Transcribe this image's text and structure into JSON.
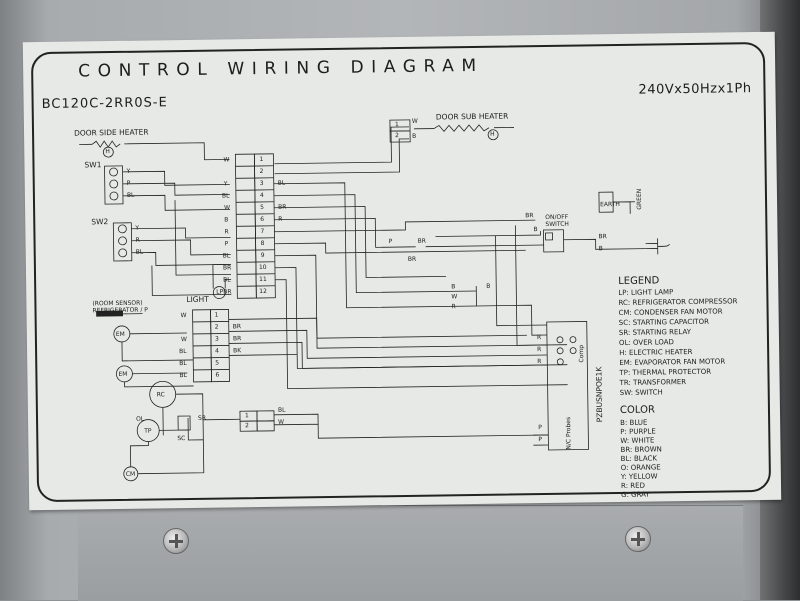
{
  "title": "CONTROL WIRING DIAGRAM",
  "model": "BC120C-2RR0S-E",
  "power": "240Vx50Hzx1Ph",
  "components": {
    "door_side_heater": "DOOR SIDE HEATER",
    "door_sub_heater": "DOOR SUB HEATER",
    "sw1": "SW1",
    "sw2": "SW2",
    "light": "LIGHT",
    "light_lp": "LP",
    "room_sensor": "(ROOM SENSOR)",
    "refrigerator": "REFRIGERATOR / P",
    "em": "EM",
    "cm": "CM",
    "rc": "RC",
    "ol": "OL",
    "tp": "TP",
    "sc": "SC",
    "sr": "SR",
    "earth": "EARTH",
    "green": "GREEN",
    "onoff": "ON/OFF",
    "switch": "SWITCH",
    "comp": "Comp",
    "nc_probes": "N/C Probes",
    "controller": "PZBUSNPOE1K",
    "h": "H"
  },
  "terminal_blocks": {
    "main": [
      "1",
      "2",
      "3",
      "4",
      "5",
      "6",
      "7",
      "8",
      "9",
      "10",
      "11",
      "12"
    ],
    "sensor": [
      "1",
      "2",
      "3",
      "4",
      "5",
      "6"
    ],
    "sub": [
      "1",
      "2"
    ]
  },
  "wire_colors": {
    "w": "W",
    "b": "B",
    "y": "Y",
    "r": "R",
    "p": "P",
    "bl": "BL",
    "br": "BR",
    "bk": "BK",
    "main_left": [
      "W",
      "",
      "Y",
      "BL",
      "W",
      "B",
      "R",
      "P",
      "BL",
      "BR",
      "BL",
      "BR"
    ],
    "sensor_left": [
      "W",
      "",
      "W",
      "BL",
      "BL",
      "BL"
    ]
  },
  "legend": {
    "title": "LEGEND",
    "items": [
      "LP: LIGHT LAMP",
      "RC: REFRIGERATOR COMPRESSOR",
      "CM: CONDENSER FAN MOTOR",
      "SC: STARTING CAPACITOR",
      "SR: STARTING RELAY",
      "OL: OVER LOAD",
      "H: ELECTRIC HEATER",
      "EM: EVAPORATOR FAN MOTOR",
      "TP: THERMAL PROTECTOR",
      "TR: TRANSFORMER",
      "SW: SWITCH"
    ]
  },
  "color_key": {
    "title": "COLOR",
    "items": [
      "B:   BLUE",
      "P:   PURPLE",
      "W:   WHITE",
      "BR:  BROWN",
      "BL:  BLACK",
      "O:   ORANGE",
      "Y:   YELLOW",
      "R:   RED",
      "G:   GRAY"
    ]
  }
}
